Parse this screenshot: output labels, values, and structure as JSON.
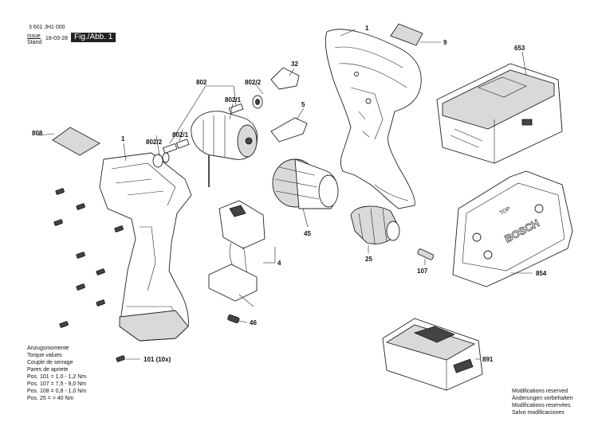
{
  "header": {
    "part_no": "3 601 JH1 000",
    "issue_label": "Issue",
    "stand_label": "Stand",
    "date": "18-03-28",
    "figure": "Fig./Abb. 1"
  },
  "callouts": {
    "c1_top": "1",
    "c1_left": "1",
    "c4": "4",
    "c5": "5",
    "c9": "9",
    "c25": "25",
    "c32": "32",
    "c45": "45",
    "c46": "46",
    "c101": "101 (10x)",
    "c107": "107",
    "c653": "653",
    "c802": "802",
    "c802_1a": "802/1",
    "c802_1b": "802/1",
    "c802_2a": "802/2",
    "c802_2b": "802/2",
    "c808": "808",
    "c854": "854",
    "c891": "891"
  },
  "torque": {
    "lines": [
      "Anzugsmomente",
      "Torque values",
      "Couple de serrage",
      "Pares de apriete",
      "Pos. 101  = 1,0 - 1,2 Nm",
      "Pos. 107  = 7,5 - 9,0 Nm",
      "Pos. 108  = 0,8 - 1,0 Nm",
      "Pos. 25    = > 40 Nm"
    ]
  },
  "modifications": {
    "lines": [
      "Modifications reserved",
      "Änderungen vorbehalten",
      "Modifications reservées",
      "Salvo modificaciones"
    ]
  },
  "markings": {
    "brand": "BOSCH",
    "top": "TOP"
  }
}
